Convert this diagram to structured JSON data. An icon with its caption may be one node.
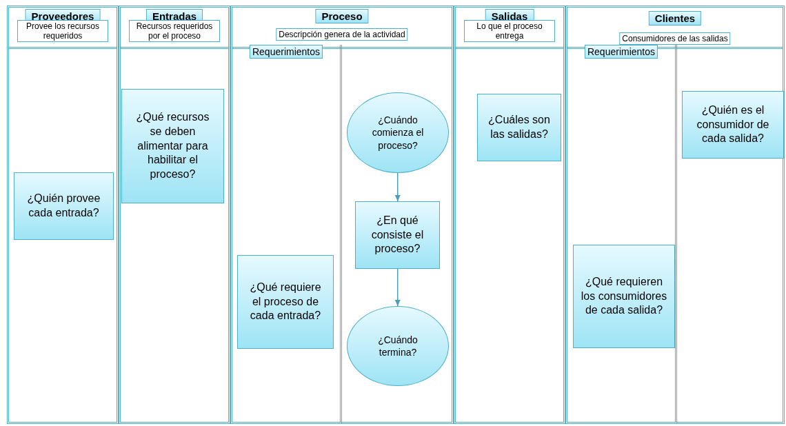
{
  "diagram": {
    "nodes": [
      {
        "text": [
          "Proveedores",
          "Provee los recursos requeridos"
        ]
      },
      {
        "text": [
          "Entradas",
          "Recursos requeridos por el proceso"
        ]
      },
      {
        "text": [
          "Proceso",
          "Descripción genera de la actividad"
        ]
      },
      {
        "text": [
          "Requerimientos"
        ],
        "in": 2
      },
      {
        "text": [
          "Salidas",
          "Lo que el proceso entrega"
        ]
      },
      {
        "text": [
          "Clientes",
          "Consumidores de las salidas"
        ]
      },
      {
        "text": [
          "Requerimientos"
        ],
        "in": 5
      },
      {
        "text": [
          "¿Quién provee cada entrada?"
        ],
        "in": 0
      },
      {
        "text": [
          "¿Qué recursos se deben alimentar para habilitar el proceso?"
        ],
        "in": 1
      },
      {
        "text": [
          "¿Qué requiere el proceso de cada entrada?"
        ],
        "in": 3
      },
      {
        "text": [
          "¿Cuándo comienza el proceso?"
        ],
        "in": 2
      },
      {
        "text": [
          "¿En qué consiste el proceso?"
        ],
        "in": 2
      },
      {
        "text": [
          "¿Cuándo termina?"
        ],
        "in": 2
      },
      {
        "text": [
          "¿Cuáles son las salidas?"
        ],
        "in": 4
      },
      {
        "text": [
          "¿Qué requieren los consumidores de cada salida?"
        ],
        "in": 6
      },
      {
        "text": [
          "¿Quién es el consumidor de cada salida?"
        ],
        "in": 5
      }
    ],
    "edges": [
      {
        "from": 10,
        "to": 11,
        "arrow": "to"
      },
      {
        "from": 11,
        "to": 12,
        "arrow": "to"
      }
    ]
  }
}
